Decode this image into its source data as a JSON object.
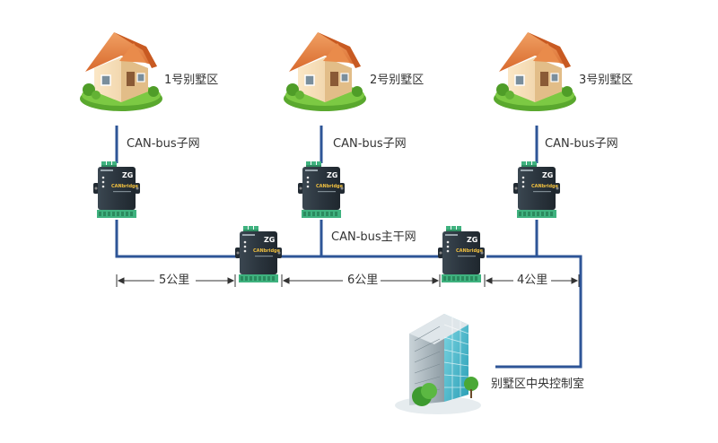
{
  "villas": [
    {
      "label": "1号别墅区"
    },
    {
      "label": "2号别墅区"
    },
    {
      "label": "3号别墅区"
    }
  ],
  "subnet_label": "CAN-bus子网",
  "trunk_label": "CAN-bus主干网",
  "distances": [
    {
      "label": "5公里"
    },
    {
      "label": "6公里"
    },
    {
      "label": "4公里"
    }
  ],
  "control_room_label": "别墅区中央控制室",
  "device_brand": "CANbridge",
  "device_logo": "ZG",
  "colors": {
    "bus_line": "#2e5597",
    "device_body": "#2f3a44",
    "terminal_green": "#3fb27f",
    "roof": "#e07b3c",
    "grass": "#6bbf3a",
    "building_glass": "#39b6c8"
  }
}
